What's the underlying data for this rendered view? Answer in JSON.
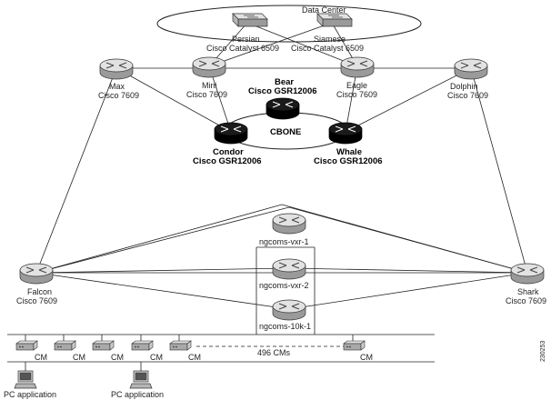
{
  "datacenter": {
    "label": "Data Center"
  },
  "backbone": {
    "label": "CBONE"
  },
  "nodes": {
    "persian": {
      "name": "Persian",
      "model": "Cisco Catalyst 6509"
    },
    "siamese": {
      "name": "Siamese",
      "model": "Cisco Catalyst 6509"
    },
    "max": {
      "name": "Max",
      "model": "Cisco 7609"
    },
    "mini": {
      "name": "Mini",
      "model": "Cisco 7609"
    },
    "eagle": {
      "name": "Eagle",
      "model": "Cisco 7609"
    },
    "dolphin": {
      "name": "Dolphin",
      "model": "Cisco 7609"
    },
    "bear": {
      "name": "Bear",
      "model": "Cisco GSR12006"
    },
    "condor": {
      "name": "Condor",
      "model": "Cisco GSR12006"
    },
    "whale": {
      "name": "Whale",
      "model": "Cisco GSR12006"
    },
    "vxr1": {
      "name": "ngcoms-vxr-1"
    },
    "vxr2": {
      "name": "ngcoms-vxr-2"
    },
    "k10": {
      "name": "ngcoms-10k-1"
    },
    "falcon": {
      "name": "Falcon",
      "model": "Cisco 7609"
    },
    "shark": {
      "name": "Shark",
      "model": "Cisco 7609"
    }
  },
  "cable_modems": {
    "label": "CM",
    "count_label": "496 CMs"
  },
  "pcs": [
    {
      "label": "PC application"
    },
    {
      "label": "PC application"
    }
  ],
  "figure_number": "230253"
}
